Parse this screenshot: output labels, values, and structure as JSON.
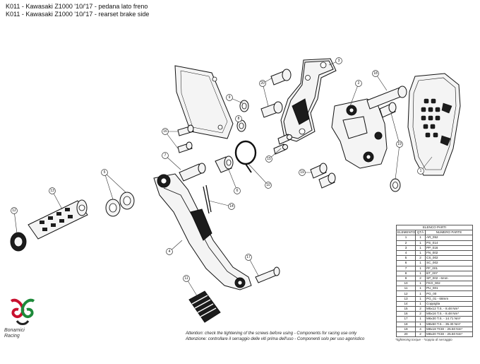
{
  "title": {
    "line1": "K011 - Kawasaki Z1000 '10/'17 - pedana lato freno",
    "line2": "K011 - Kawasaki Z1000 '10/'17 - rearset brake side"
  },
  "notes": {
    "en": "Attention: check the tightening of the screws before using - Components for racing use only",
    "it": "Attenzione: controllare il serraggio delle viti prima dell'uso - Componenti solo per uso agonistico",
    "torque": "*tightening torque - *coppia di serraggio"
  },
  "brand": {
    "line1": "Bonamici",
    "line2": "Racing",
    "colors": {
      "red": "#c8102e",
      "green": "#1e8a3a",
      "dark": "#222222"
    }
  },
  "parts_table": {
    "caption": "ELENCO PARTI",
    "headers": [
      "ELEMENTO",
      "QTÀ",
      "NUMERO PARTE"
    ],
    "rows": [
      [
        "1",
        "1",
        "AR_052"
      ],
      [
        "2",
        "1",
        "PS_014"
      ],
      [
        "3",
        "1",
        "PP_016"
      ],
      [
        "4",
        "1",
        "FN_002"
      ],
      [
        "5",
        "2",
        "CS_002"
      ],
      [
        "6",
        "1",
        "SC_002"
      ],
      [
        "7",
        "1",
        "PF_001"
      ],
      [
        "8",
        "1",
        "BT_007"
      ],
      [
        "9",
        "2",
        "SP_002 - 6mm"
      ],
      [
        "10",
        "1",
        "FKO_002"
      ],
      [
        "11",
        "1",
        "PU_001"
      ],
      [
        "12",
        "1",
        "PG_00"
      ],
      [
        "13",
        "1",
        "PG_01 - 68mm"
      ],
      [
        "14",
        "1",
        "Coppiglia"
      ],
      [
        "15",
        "2",
        "M5x12 T.S. - 8.48 Nm*"
      ],
      [
        "16",
        "2",
        "M5x16 T.S. - 8.48 Nm*"
      ],
      [
        "17",
        "1",
        "M6x30 T.S. - 14.71 Nm*"
      ],
      [
        "18",
        "1",
        "M8x50 T.S. - 35.30 Nm*"
      ],
      [
        "19",
        "4",
        "M8x18 TCEI - 25.50 Nm*"
      ],
      [
        "20",
        "2",
        "M8x20 TCEI - 25.50 Nm*"
      ]
    ]
  },
  "callouts": [
    "1",
    "2",
    "3",
    "4",
    "5",
    "6",
    "7",
    "8",
    "9",
    "10",
    "11",
    "12",
    "13",
    "14",
    "15",
    "16",
    "17",
    "18",
    "19",
    "20"
  ]
}
